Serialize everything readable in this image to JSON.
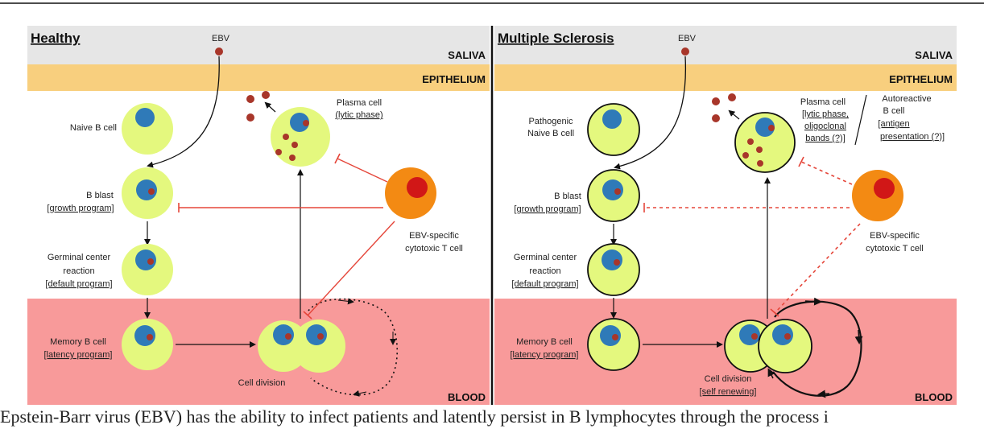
{
  "colors": {
    "saliva": "#e6e6e6",
    "epithelium": "#f8cf7e",
    "blood": "#f89a9a",
    "cell_fill": "#e4f87e",
    "cell_stroke": "#111111",
    "nucleus": "#2f7ab8",
    "virus": "#a8362a",
    "tcell": "#f38a13",
    "tcell_nucleus": "#d11717",
    "inhibit": "#e5463a"
  },
  "icons": [
    "ebv-virus-icon",
    "b-cell-icon",
    "t-cell-icon"
  ],
  "panels": {
    "healthy": {
      "title": "Healthy",
      "ebv": "EBV",
      "saliva": "SALIVA",
      "epithelium": "EPITHELIUM",
      "blood": "BLOOD",
      "naive": "Naive B cell",
      "blast": "B blast",
      "blast_prog": "[growth program]",
      "germ1": "Germinal center",
      "germ2": "reaction",
      "germ_prog": "[default program]",
      "memory": "Memory B cell",
      "memory_prog": "[latency program]",
      "division": "Cell division",
      "plasma": "Plasma cell",
      "plasma_prog": "(lytic phase)",
      "tcell1": "EBV-specific",
      "tcell2": "cytotoxic T cell"
    },
    "ms": {
      "title": "Multiple Sclerosis",
      "ebv": "EBV",
      "saliva": "SALIVA",
      "epithelium": "EPITHELIUM",
      "blood": "BLOOD",
      "naive1": "Pathogenic",
      "naive2": "Naive B cell",
      "blast": "B blast",
      "blast_prog": "[growth program]",
      "germ1": "Germinal center",
      "germ2": "reaction",
      "germ_prog": "[default program]",
      "memory": "Memory B cell",
      "memory_prog": "[latency program]",
      "division": "Cell division",
      "division_prog": "[self renewing]",
      "plasma": "Plasma cell",
      "plasma_prog1": "[lytic phase,",
      "plasma_prog2": "oligoclonal",
      "plasma_prog3": "bands (?)]",
      "auto1": "Autoreactive",
      "auto2": "B cell",
      "auto3": "[antigen",
      "auto4": "presentation (?)]",
      "tcell1": "EBV-specific",
      "tcell2": "cytotoxic T cell"
    }
  },
  "caption": "Epstein-Barr virus (EBV) has the ability to infect patients and latently persist in B lymphocytes through the process i"
}
